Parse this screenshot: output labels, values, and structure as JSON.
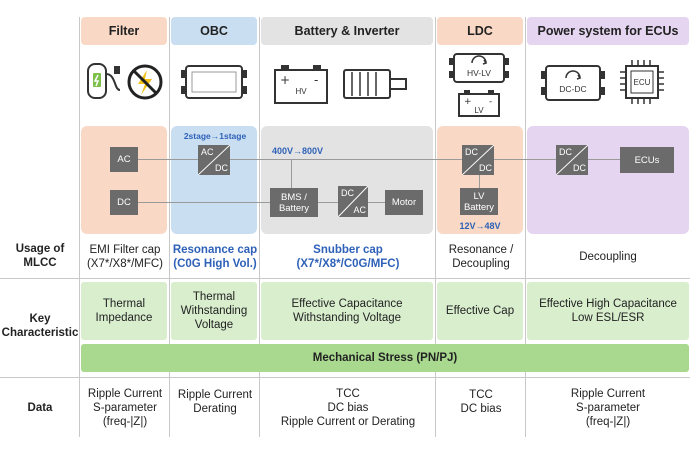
{
  "columns": [
    {
      "title": "Filter",
      "color": "#f9d9c5"
    },
    {
      "title": "OBC",
      "color": "#c9def1"
    },
    {
      "title": "Battery & Inverter",
      "color": "#e3e3e3"
    },
    {
      "title": "LDC",
      "color": "#f9d9c5"
    },
    {
      "title": "Power system for ECUs",
      "color": "#e5d5f0"
    }
  ],
  "icons": {
    "hvlv": "HV-LV",
    "hv": "HV",
    "lv": "LV",
    "dcdc": "DC-DC",
    "ecu": "ECU"
  },
  "diagram": {
    "ac": "AC",
    "dc": "DC",
    "obc_ac": "AC",
    "obc_dc": "DC",
    "bms": "BMS /\nBattery",
    "inv_dc": "DC",
    "inv_ac": "AC",
    "motor": "Motor",
    "ldc_dc1": "DC",
    "ldc_dc2": "DC",
    "ldc_lv": "LV\nBattery",
    "ecu_dc1": "DC",
    "ecu_dc2": "DC",
    "ecus": "ECUs",
    "obc_note": "2stage→1stage",
    "batt_note": "400V→800V",
    "ldc_note": "12V→48V"
  },
  "row_labels": {
    "usage": "Usage of\nMLCC",
    "key": "Key\nCharacteristic",
    "data": "Data"
  },
  "usage": [
    "EMI Filter cap\n(X7*/X8*/MFC)",
    "Resonance cap\n(C0G High Vol.)",
    "Snubber cap\n(X7*/X8*/C0G/MFC)",
    "Resonance /\nDecoupling",
    "Decoupling"
  ],
  "key": [
    "Thermal\nImpedance",
    "Thermal\nWithstanding\nVoltage",
    "Effective Capacitance\nWithstanding Voltage",
    "Effective Cap",
    "Effective High Capacitance\nLow ESL/ESR"
  ],
  "mechanical": "Mechanical Stress (PN/PJ)",
  "data_row": [
    "Ripple Current\nS-parameter\n(freq-|Z|)",
    "Ripple Current\nDerating",
    "TCC\nDC bias\nRipple Current or Derating",
    "TCC\nDC bias",
    "Ripple Current\nS-parameter\n(freq-|Z|)"
  ]
}
